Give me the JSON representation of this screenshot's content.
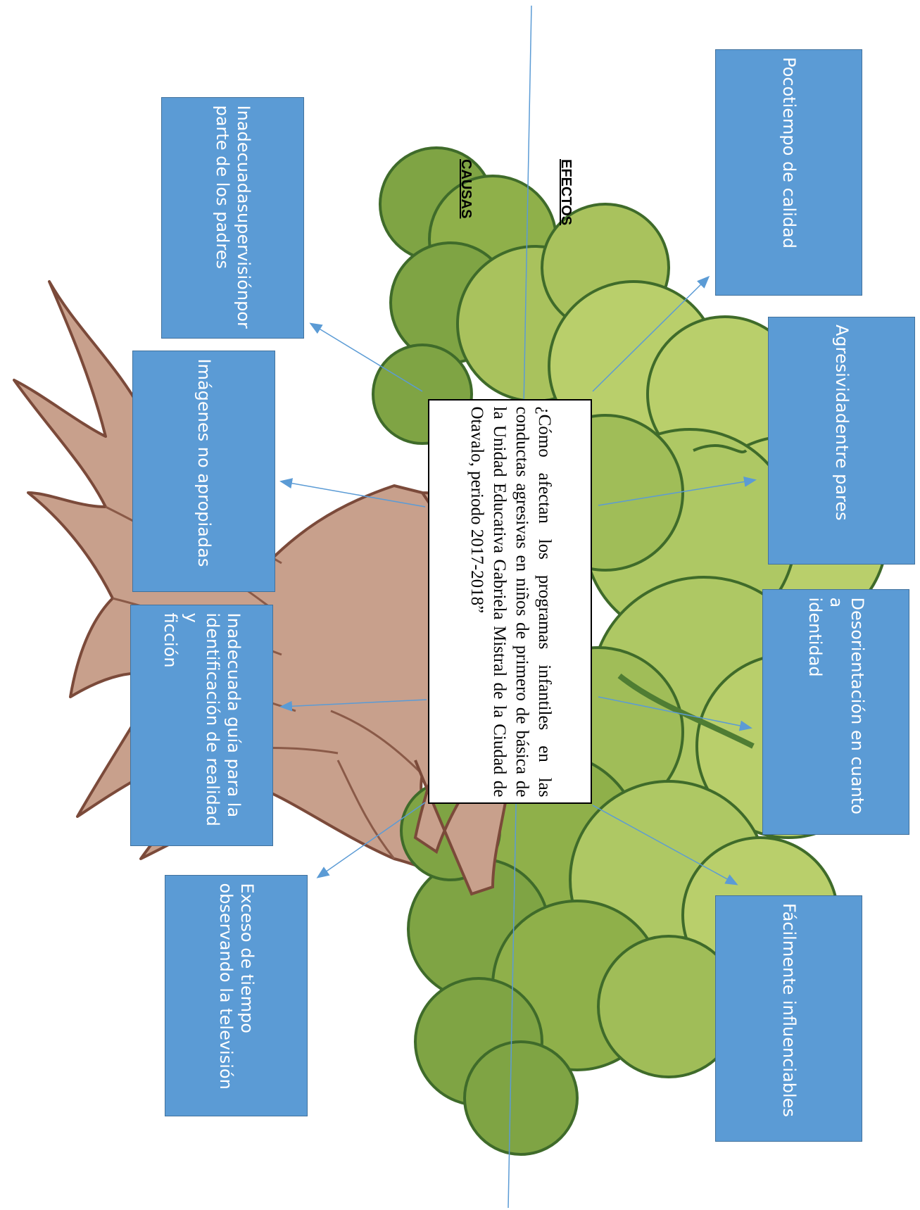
{
  "diagram": {
    "question": "¿Cómo afectan los programas infantiles en las conductas agresivas en niños de primero de básica de la Unidad Educativa Gabriela Mistral de la Ciudad de Otavalo, periodo 2017-2018”",
    "headings": {
      "effects": "EFECTOS",
      "causes": "CAUSAS"
    },
    "effects": [
      {
        "label": "Pocotiempo de calidad"
      },
      {
        "label": "Agresividadentre pares"
      },
      {
        "label": "Desorientación en cuanto a\nidentidad"
      },
      {
        "label": "Fácilmente influenciables"
      }
    ],
    "causes": [
      {
        "label": "Inadecuadasupervisiónpor\nparte de los padres"
      },
      {
        "label": "Imágenes no apropiadas"
      },
      {
        "label": "Inadecuada guía para la\nidentificación de realidad y\nficción"
      },
      {
        "label": "Exceso de tiempo\nobservando  la televisión"
      }
    ],
    "colors": {
      "box_fill": "#5b9bd5",
      "box_border": "#41719c",
      "box_text": "#ffffff",
      "arrow": "#5b9bd5",
      "foliage": "#8fb04a",
      "trunk": "#c49a86"
    }
  }
}
